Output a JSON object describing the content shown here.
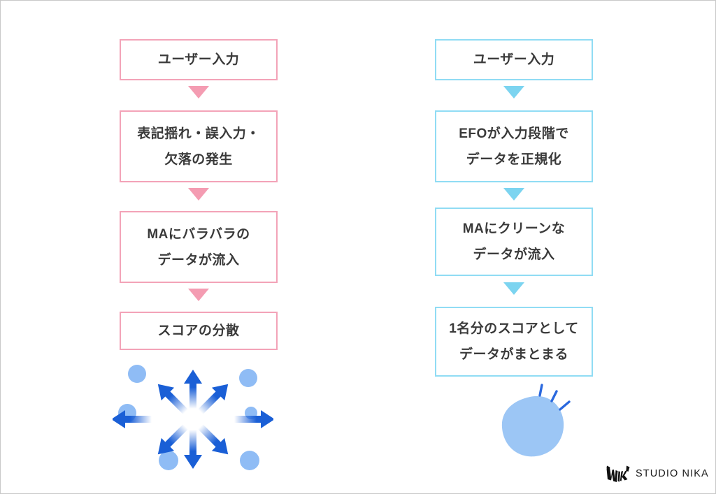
{
  "page": {
    "background": "#ffffff",
    "border_color": "#c8c8c8"
  },
  "colors": {
    "pink_border": "#F3A3B8",
    "pink_arrow": "#F49CB2",
    "blue_border": "#90DCF4",
    "blue_arrow": "#7CD4F0",
    "text": "#3a3a3a",
    "dot_light_blue": "#8FBCF5",
    "arrow_blue": "#1A5FD6",
    "blob_blue": "#9CC6F5",
    "sparkle_blue": "#2A68DE",
    "logo_black": "#1a1a1a"
  },
  "left_flow": {
    "accent": "#F3A3B8",
    "steps": [
      {
        "lines": [
          "ユーザー入力"
        ]
      },
      {
        "lines": [
          "表記揺れ・誤入力・",
          "欠落の発生"
        ]
      },
      {
        "lines": [
          "MAにバラバラの",
          "データが流入"
        ]
      },
      {
        "lines": [
          "スコアの分散"
        ]
      }
    ]
  },
  "right_flow": {
    "accent": "#90DCF4",
    "steps": [
      {
        "lines": [
          "ユーザー入力"
        ]
      },
      {
        "lines": [
          "EFOが入力段階で",
          "データを正規化"
        ]
      },
      {
        "lines": [
          "MAにクリーンな",
          "データが流入"
        ]
      },
      {
        "lines": [
          "1名分のスコアとして",
          "データがまとまる"
        ]
      }
    ]
  },
  "left_illustration": {
    "name": "scattered-data-burst",
    "arrow_count": 8,
    "dot_count": 7
  },
  "right_illustration": {
    "name": "unified-data-blob",
    "sparkle_count": 3
  },
  "logo": {
    "text": "STUDIO NIKA"
  }
}
